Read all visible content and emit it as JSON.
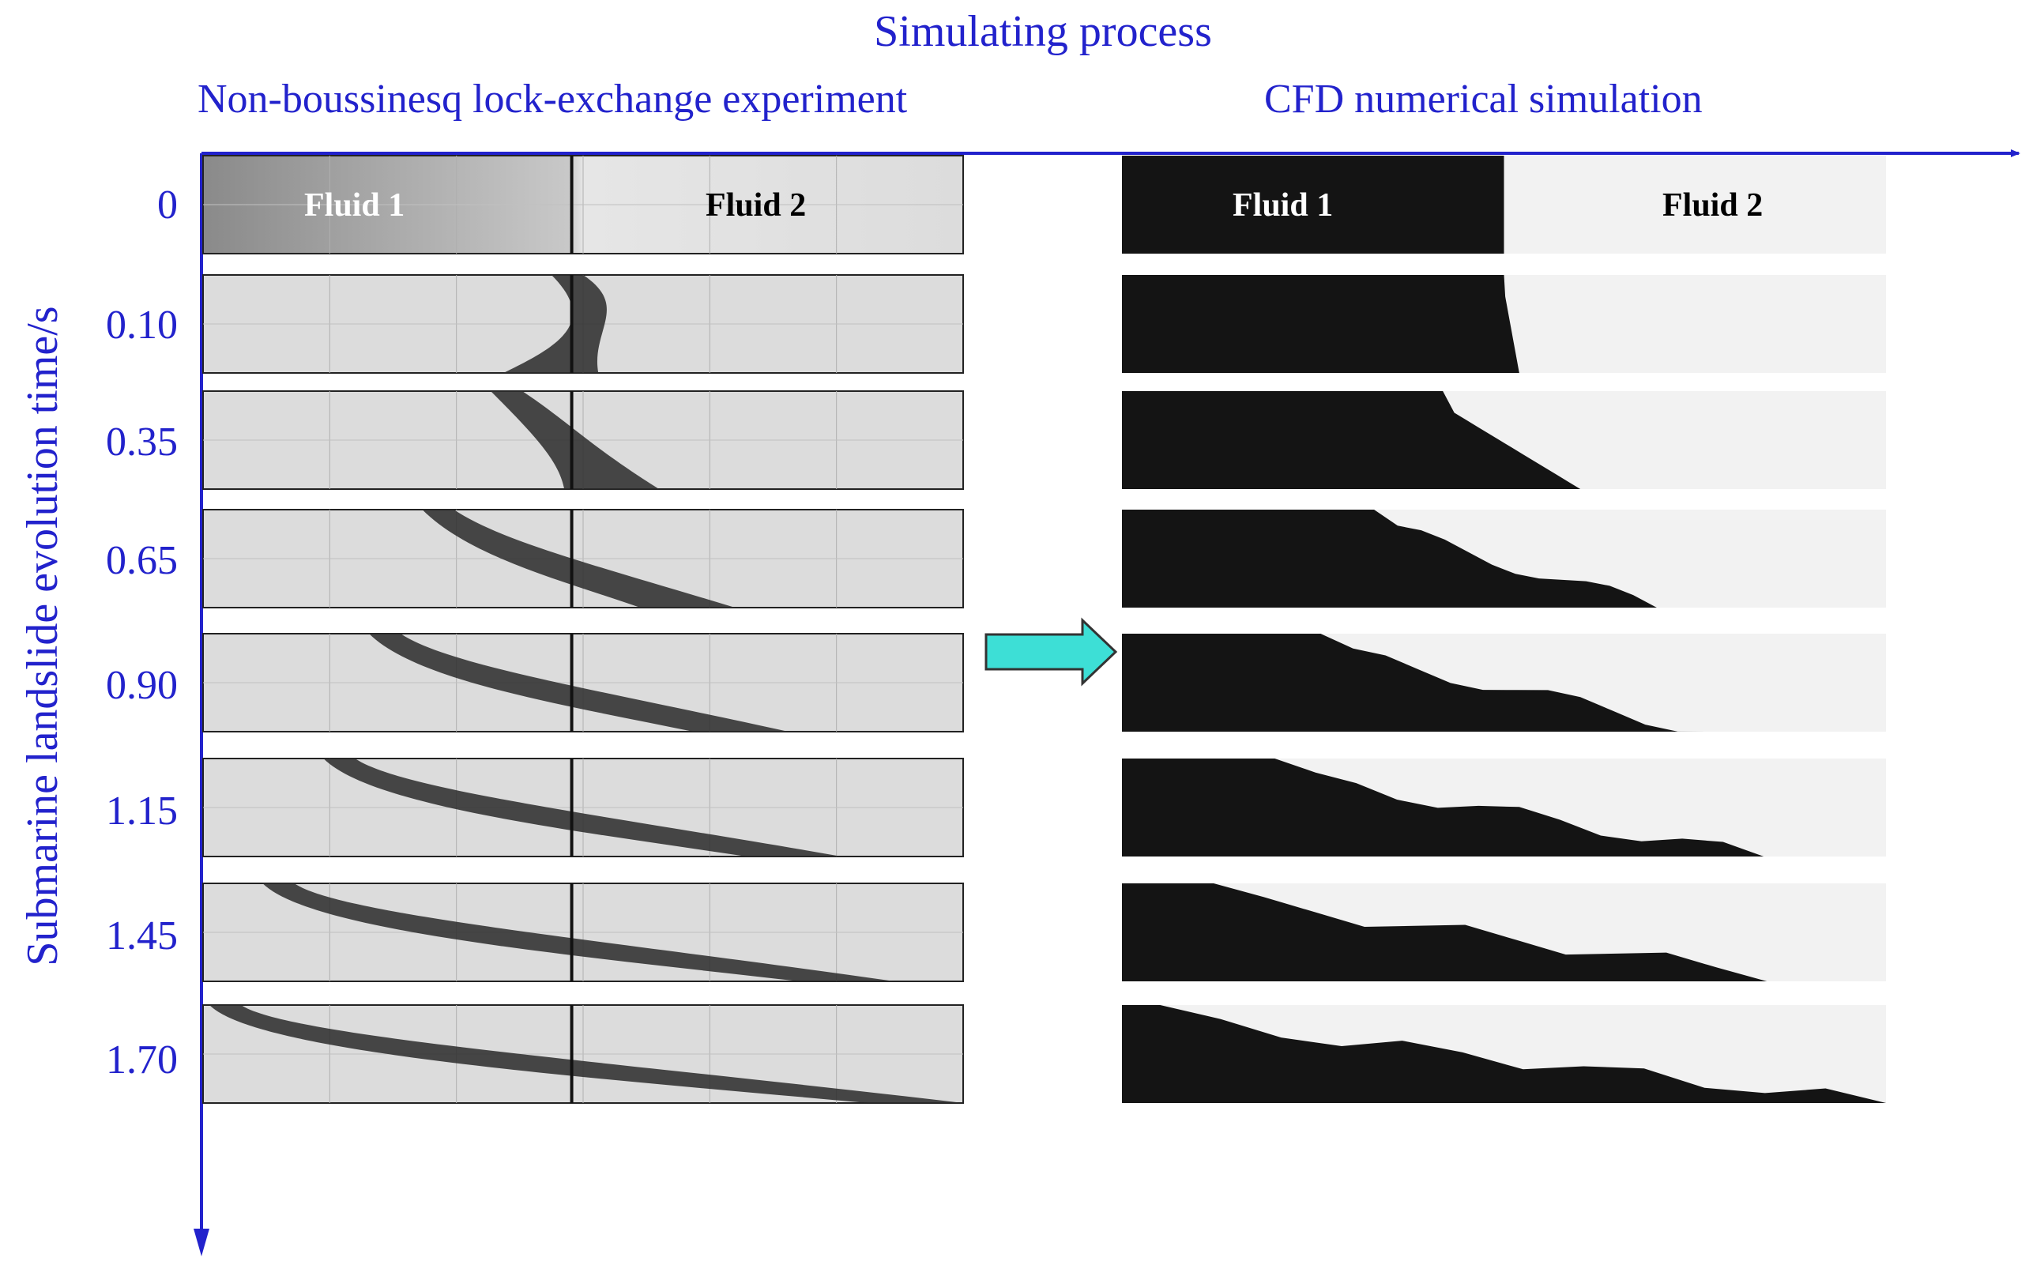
{
  "figure": {
    "title": "Simulating process",
    "y_axis_label": "Submarine landslide evolution time/s",
    "columns": [
      {
        "label": "Non-boussinesq lock-exchange experiment"
      },
      {
        "label": "CFD numerical simulation"
      }
    ],
    "fluid_labels": [
      "Fluid 1",
      "Fluid 2"
    ],
    "time_labels": [
      "0",
      "0.10",
      "0.35",
      "0.65",
      "0.90",
      "1.15",
      "1.45",
      "1.70"
    ],
    "colors": {
      "axis": "#2222cc",
      "arrow_fill": "#3ddfd6",
      "dense_fluid": "#141414",
      "light_fluid": "#f2f2f2",
      "experiment_background": "#d8d8d8"
    }
  }
}
